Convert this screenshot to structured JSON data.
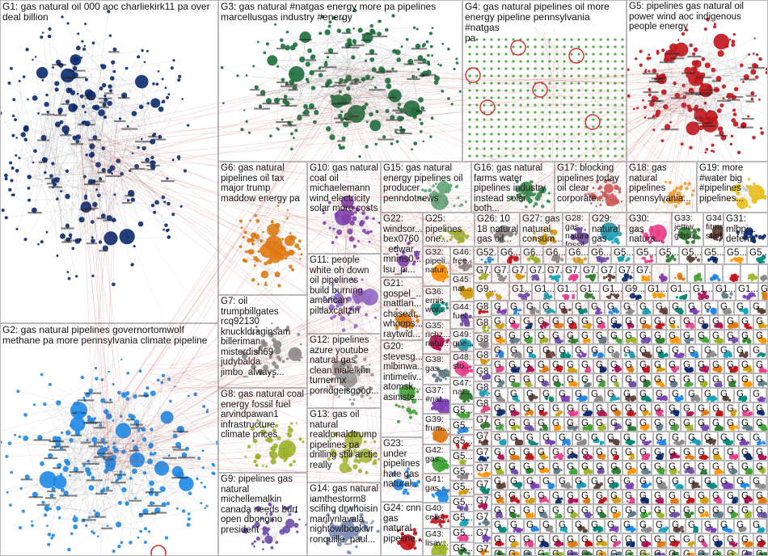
{
  "colors": {
    "g1": "#0a2a6e",
    "g2": "#1e88e5",
    "g3": "#1b6e3c",
    "g4": "#3fa535",
    "g5": "#c0141b",
    "g6": "#e07b10",
    "g7": "#8a8a8a",
    "g8": "#9bb52a",
    "g9": "#6f4fa8",
    "g10": "#7a3fb5",
    "g15": "#5fa87a",
    "edge": "#c94b4b"
  },
  "groups": [
    {
      "id": "g1",
      "label": "G1: gas natural oil 000 aoc charliekirk11 pa over\ndeal billion"
    },
    {
      "id": "g2",
      "label": "G2: gas natural pipelines governortomwolf\nmethane pa more pennsylvania climate pipeline"
    },
    {
      "id": "g3",
      "label": "G3: gas natural #natgas energy more pa pipelines\nmarcellusgas industry #energy"
    },
    {
      "id": "g4",
      "label": "G4: gas natural pipelines oil more\nenergy pipeline pennsylvania #natgas\npa"
    },
    {
      "id": "g5",
      "label": "G5: pipelines gas natural oil\npower wind aoc indigenous\npeople energy"
    },
    {
      "id": "g6",
      "label": "G6: gas natural\npipelines oil tax\nmajor trump\nmaddow energy pa"
    },
    {
      "id": "g7",
      "label": "G7: oil\ntrumpbillgates\nrcq92130\nknuckldraginsam\nbilleriman\nmisterdish69\njudybalda\njimbo_always..."
    },
    {
      "id": "g8",
      "label": "G8: gas natural coal\nenergy fossil fuel\narvindpawan1\ninfrastructure\nclimate prices"
    },
    {
      "id": "g9",
      "label": "G9: pipelines gas\nnatural\nmichellemalkin\ncanada needs burt\nopen dbongino\npresident"
    },
    {
      "id": "g10",
      "label": "G10: gas natural\ncoal oil\nmichaelemann\nwind electricity\nsolar more costs"
    },
    {
      "id": "g11",
      "label": "G11: people\nwhite oh down\noil pipelines\nbuild burning\namerican\npiltlaxcaltzin"
    },
    {
      "id": "g12",
      "label": "G12: pipelines\nazure youtube\nnatural gas\nclean nialelkim\nturnermx\nporridgeisgood..."
    },
    {
      "id": "g13",
      "label": "G13: gas oil\nnatural\nrealdonaldtrump\npipelines pa\ndrilling still arctic\nreally"
    },
    {
      "id": "g14",
      "label": "G14: gas natural\niamthestorm8\nscifihq drwhoisin\nmarilynlavala\nnightowlbooklvr\nronquille_paul..."
    },
    {
      "id": "g15",
      "label": "G15: gas natural\nenergy pipelines oil\nproducer\npenndotnews"
    },
    {
      "id": "g16",
      "label": "G16: gas natural\nfarms water\npipelines industry\ninstead solar both..."
    },
    {
      "id": "g17",
      "label": "G17: blocking\npipelines today\noil clear\ncorporate..."
    },
    {
      "id": "g18",
      "label": "G18: gas\nnatural\npipelines\npennsylvania..."
    },
    {
      "id": "g19",
      "label": "G19: more\n#water big\n#pipelines\npipelines..."
    },
    {
      "id": "g20",
      "label": "G20:\nstevesg...\nmlbinwa...\nintimeliv...\natomsk...\nasiniste..."
    },
    {
      "id": "g21",
      "label": "G21:\ngospel_...\nmattlan...\nchasear...\nwhoops...\nraytwid..."
    },
    {
      "id": "g22",
      "label": "G22:\nwindsor...\nbex0760\n_edwar...\nmnms0...\nlsu_pi..."
    },
    {
      "id": "g23",
      "label": "G23:\nunder\npipelines\nhate gas\nnatural..."
    },
    {
      "id": "g24",
      "label": "G24: cnn\ngas\nnatural\npipeline..."
    },
    {
      "id": "g25",
      "label": "G25:\npipelines\none..."
    },
    {
      "id": "g26",
      "label": "G26: 10\n18 natural\ngas oil..."
    },
    {
      "id": "g27",
      "label": "G27: gas\nnatural\nconsum..."
    },
    {
      "id": "g28",
      "label": "G28: gas\nnatural\nfossil..."
    },
    {
      "id": "g29",
      "label": "G29:\nnatural\ngas oil..."
    },
    {
      "id": "g30",
      "label": "G30:\ngas\nnatura..."
    },
    {
      "id": "g33",
      "label": "G33:\njettiw...\ngibso..."
    },
    {
      "id": "g34",
      "label": "G34:\nfitmsl...\nstarb..."
    },
    {
      "id": "g31",
      "label": "G31:\nmlbpi...\ndefen..."
    },
    {
      "id": "g32",
      "label": "G32:\npipeli...\nnatur..."
    },
    {
      "id": "g36",
      "label": "G36:\nernis...\nwor..."
    },
    {
      "id": "g35",
      "label": "G35:\nrichz...\nnatur..."
    },
    {
      "id": "g38",
      "label": "G38:\ngas..."
    },
    {
      "id": "g37",
      "label": "G37:\n#nat..."
    },
    {
      "id": "g39",
      "label": "G39:\nfrum..."
    },
    {
      "id": "g42",
      "label": "G42:\ngas..."
    },
    {
      "id": "g41",
      "label": "G41:\ngas..."
    },
    {
      "id": "g40",
      "label": "G40:\ncells..."
    },
    {
      "id": "g43",
      "label": "G43:\nlisav..."
    },
    {
      "id": "g46",
      "label": "G46:\nfree..."
    },
    {
      "id": "g45",
      "label": "G45:\nnat..."
    },
    {
      "id": "g44",
      "label": "G44:\nfuel..."
    },
    {
      "id": "g49",
      "label": "G49:\ngne..."
    },
    {
      "id": "g48",
      "label": "G48:\nsto..."
    },
    {
      "id": "g47",
      "label": "G47:\nnat..."
    }
  ],
  "small_groups": {
    "prefix_a": "G5",
    "prefix_b": "G6",
    "prefix_c": "G7",
    "prefix_d": "G8",
    "prefix_e": "G9",
    "prefix_f": "G1",
    "prefix_g": "G",
    "ellipsis": "...",
    "row1": [
      "G52...",
      "G6...",
      "G6...",
      "G6...",
      "G6...",
      "G6...",
      "G5...",
      "G5...",
      "G5...",
      "G5...",
      "G5...",
      "G5...",
      "G5..."
    ],
    "row2": [
      "G7...",
      "G7...",
      "G7...",
      "G7...",
      "G7...",
      "G7...",
      "G7...",
      "G7...",
      "G7...",
      "G7..."
    ],
    "row3": [
      "G9...",
      "G1...",
      "G1...",
      "G1...",
      "G1...",
      "G1...",
      "G9...",
      "G1...",
      "G1...",
      "G1...",
      "G1...",
      "G1...",
      "G1..."
    ],
    "left_col": [
      "G5...",
      "G5...",
      "G5...",
      "G5...",
      "G5...",
      "G5...",
      "G5...",
      "G5...",
      "G5...",
      "G5..."
    ]
  }
}
